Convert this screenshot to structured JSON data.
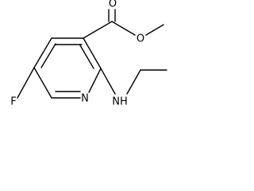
{
  "diagram": {
    "type": "chemical-structure",
    "atoms": {
      "carbonyl_oxygen": "O",
      "ester_oxygen": "O",
      "fluorine": "F",
      "ring_nitrogen": "N",
      "amine": "NH"
    }
  }
}
